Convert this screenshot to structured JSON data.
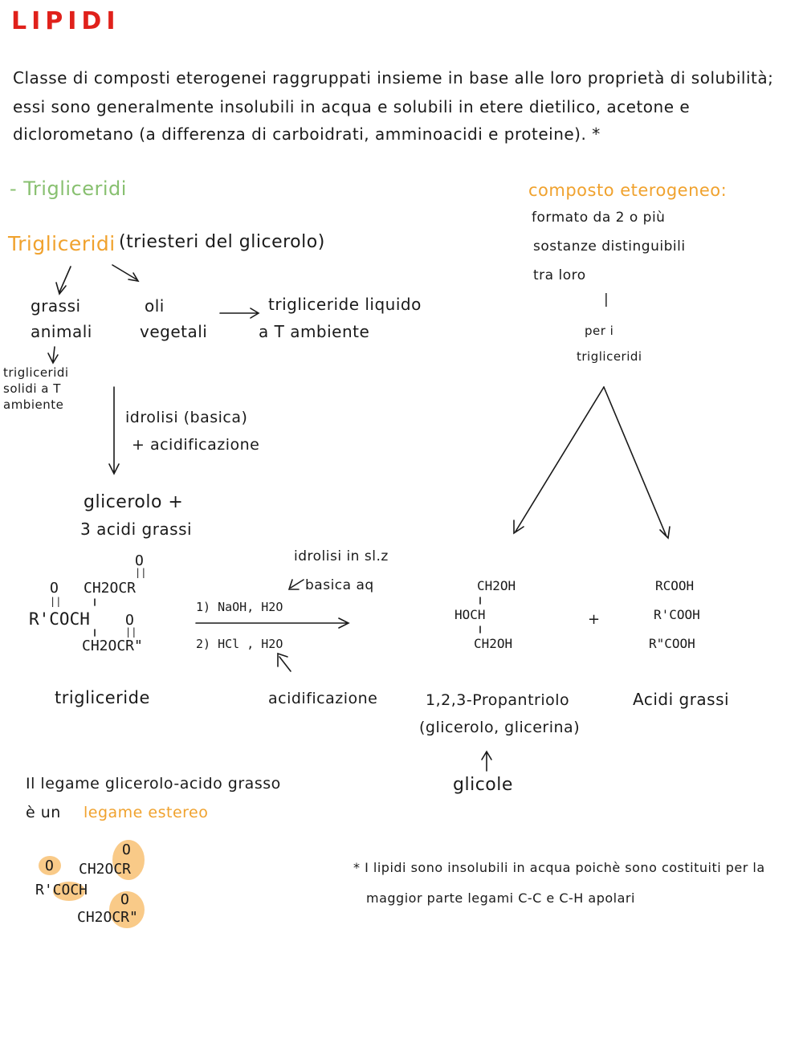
{
  "title": {
    "text": "LIPIDI",
    "color": "#e0211b"
  },
  "intro": {
    "line1": "Classe di composti eterogenei raggruppati insieme in base alle loro proprietà di solubilità;",
    "line2": "essi sono generalmente insolubili in acqua e solubili in etere dietilico, acetone e",
    "line3": "diclorometano (a differenza di carboidrati, amminoacidi e proteine). *"
  },
  "section": {
    "label": "- Trigliceridi",
    "color": "#88c070"
  },
  "definition": {
    "term": "composto eterogeneo:",
    "line1": "formato da 2 o più",
    "line2": "sostanze distinguibili",
    "line3": "tra loro",
    "bar": "|",
    "per1": "per i",
    "per2": "trigliceridi",
    "color": "#f0a22e"
  },
  "tri_heading": {
    "term": "Trigliceridi",
    "rest": "(triesteri del glicerolo)"
  },
  "branches": {
    "grassi1": "grassi",
    "grassi2": "animali",
    "oli1": "oli",
    "oli2": "vegetali",
    "liquid1": "trigliceride liquido",
    "liquid2": "a T ambiente",
    "solid1": "trigliceridi",
    "solid2": "solidi a T",
    "solid3": "ambiente"
  },
  "hydrolysis": {
    "line1": "idrolisi (basica)",
    "line2": "+ acidificazione"
  },
  "products_text": {
    "line1": "glicerolo +",
    "line2": "3 acidi grassi"
  },
  "reaction": {
    "note1": "idrolisi in sl.z",
    "note2": "basica aq",
    "step1": "1) NaOH, H2O",
    "step2": "2) HCl , H2O",
    "acid_label": "acidificazione",
    "plus": "+"
  },
  "triglyceride": {
    "o_top": "O",
    "o_dbl": "||",
    "r1": "CH2OCR",
    "o_left": "O",
    "o_left_dbl": "||",
    "r2": "R'COCH",
    "o_bot": "O",
    "o_bot_dbl": "||",
    "r3": "CH2OCR\"",
    "label": "trigliceride"
  },
  "glycerol": {
    "r1": "CH2OH",
    "r2": "HOCH",
    "r3": "CH2OH",
    "label1": "1,2,3-Propantriolo",
    "label2": "(glicerolo, glicerina)",
    "glicole": "glicole"
  },
  "acids": {
    "r1": "RCOOH",
    "r2": "R'COOH",
    "r3": "R\"COOH",
    "label": "Acidi grassi"
  },
  "bond": {
    "line1": "Il legame glicerolo-acido grasso",
    "prefix": "è un",
    "term": "legame estereo"
  },
  "footnote": {
    "line1": "* I lipidi sono insolubili in acqua poichè sono costituiti per la",
    "line2": "maggior parte legami C-C e C-H apolari"
  }
}
